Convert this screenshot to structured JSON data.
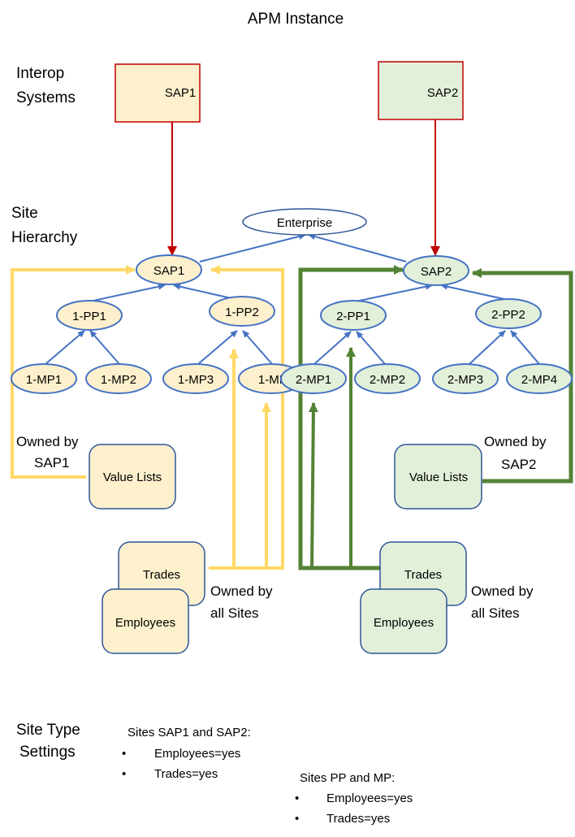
{
  "title": "APM Instance",
  "colors": {
    "sap1_fill": "#fdf0cd",
    "sap2_fill": "#e2efd9",
    "interop_border": "#c00000",
    "node_border": "#4472c4",
    "yellow_link": "#ffd966",
    "green_link": "#548235",
    "box_border": "#2f5597"
  },
  "section_labels": {
    "interop": [
      "Interop",
      "Systems"
    ],
    "hierarchy": [
      "Site",
      "Hierarchy"
    ],
    "settings": [
      "Site Type",
      "Settings"
    ]
  },
  "interop_systems": [
    {
      "id": "sap1",
      "label": "SAP1"
    },
    {
      "id": "sap2",
      "label": "SAP2"
    }
  ],
  "hierarchy": {
    "root": "Enterprise",
    "sites": [
      {
        "id": "sap1",
        "label": "SAP1",
        "pp": [
          {
            "label": "1-PP1",
            "mp": [
              "1-MP1",
              "1-MP2"
            ]
          },
          {
            "label": "1-PP2",
            "mp": [
              "1-MP3",
              "1-MP4"
            ]
          }
        ]
      },
      {
        "id": "sap2",
        "label": "SAP2",
        "pp": [
          {
            "label": "2-PP1",
            "mp": [
              "2-MP1",
              "2-MP2"
            ]
          },
          {
            "label": "2-PP2",
            "mp": [
              "2-MP3",
              "2-MP4"
            ]
          }
        ]
      }
    ]
  },
  "owned": {
    "value_lists_label": "Value Lists",
    "trades_label": "Trades",
    "employees_label": "Employees",
    "owned_by_sap1": [
      "Owned by",
      "SAP1"
    ],
    "owned_by_sap2": [
      "Owned by",
      "SAP2"
    ],
    "owned_by_all": [
      "Owned by",
      "all Sites"
    ]
  },
  "settings": {
    "groups": [
      {
        "heading": "Sites SAP1 and SAP2:",
        "items": [
          "Employees=yes",
          "Trades=yes"
        ]
      },
      {
        "heading": "Sites PP and MP:",
        "items": [
          "Employees=yes",
          "Trades=yes"
        ]
      }
    ],
    "bullet": "•"
  }
}
